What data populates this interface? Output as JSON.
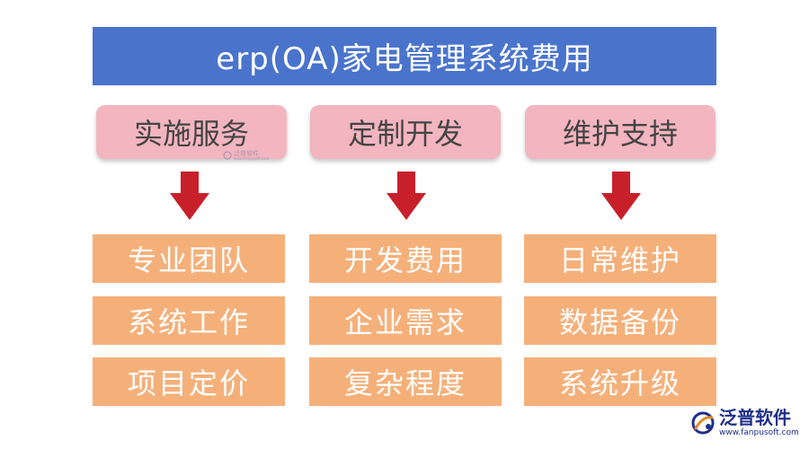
{
  "colors": {
    "title_bg": "#4a74cc",
    "header_bg": "#f3b5bf",
    "arrow": "#c8202b",
    "item_bg": "#f5b07a"
  },
  "title": "erp(OA)家电管理系统费用",
  "columns": [
    {
      "header": "实施服务",
      "items": [
        "专业团队",
        "系统工作",
        "项目定价"
      ]
    },
    {
      "header": "定制开发",
      "items": [
        "开发费用",
        "企业需求",
        "复杂程度"
      ]
    },
    {
      "header": "维护支持",
      "items": [
        "日常维护",
        "数据备份",
        "系统升级"
      ]
    }
  ],
  "watermark": {
    "name": "泛普软件",
    "url": "www.fanpusoft.com"
  },
  "logo": {
    "name": "泛普软件",
    "url": "www.fanpusoft.com",
    "icon": "fanpu-logo-icon"
  }
}
